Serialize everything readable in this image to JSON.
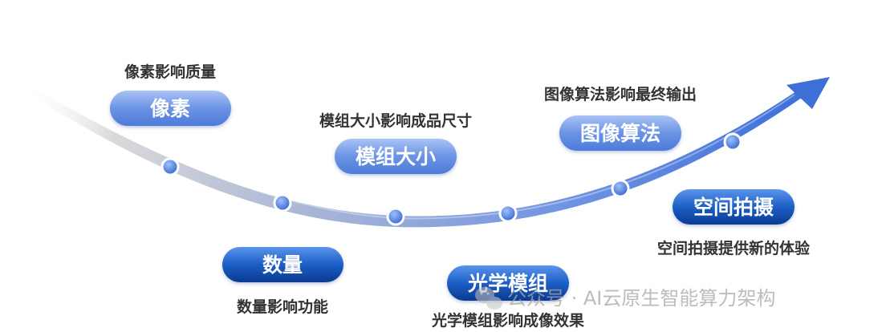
{
  "stages": [
    {
      "id": "pixels",
      "label": "像素",
      "caption": "像素影响质量"
    },
    {
      "id": "quantity",
      "label": "数量",
      "caption": "数量影响功能"
    },
    {
      "id": "module-size",
      "label": "模组大小",
      "caption": "模组大小影响成品尺寸"
    },
    {
      "id": "optical-module",
      "label": "光学模组",
      "caption": "光学模组影响成像效果"
    },
    {
      "id": "image-algorithm",
      "label": "图像算法",
      "caption": "图像算法影响最终输出"
    },
    {
      "id": "spatial-capture",
      "label": "空间拍摄",
      "caption": "空间拍摄提供新的体验"
    }
  ],
  "watermark": {
    "text": "公众号 · AI云原生智能算力架构",
    "icon": "wechat-icon"
  },
  "colors": {
    "curve_start": "#e6e6e6",
    "curve_mid": "#9aaee0",
    "curve_end": "#3e6fd8",
    "pill_light_top": "#8fb0f0",
    "pill_light_bottom": "#5b86df",
    "pill_dark_top": "#3a7ad8",
    "pill_dark_bottom": "#0d3f9a",
    "node_fill": "#4a7fe0",
    "node_ring": "#ffffff",
    "caption": "#333333"
  }
}
